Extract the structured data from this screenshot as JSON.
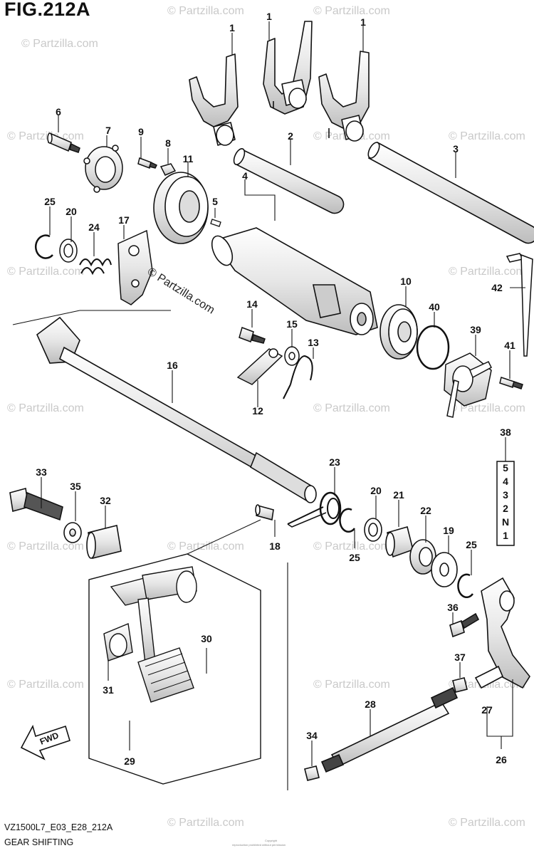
{
  "figure": {
    "title": "FIG.212A",
    "code": "VZ1500L7_E03_E28_212A",
    "caption": "GEAR SHIFTING",
    "credit": "© Partzilla.com",
    "watermark": "© Partzilla.com",
    "fwd_label": "FWD",
    "fine_print_1": "Copyright",
    "fine_print_2": "reproduction prohibited without permission"
  },
  "callouts": {
    "c1a": "1",
    "c1b": "1",
    "c1c": "1",
    "c2": "2",
    "c3": "3",
    "c4": "4",
    "c5": "5",
    "c6": "6",
    "c7": "7",
    "c8": "8",
    "c9": "9",
    "c10": "10",
    "c11": "11",
    "c12": "12",
    "c13": "13",
    "c14": "14",
    "c15": "15",
    "c16": "16",
    "c17": "17",
    "c18": "18",
    "c19": "19",
    "c20a": "20",
    "c20b": "20",
    "c21": "21",
    "c22": "22",
    "c23": "23",
    "c24": "24",
    "c25a": "25",
    "c25b": "25",
    "c25c": "25",
    "c26": "26",
    "c27": "27",
    "c28": "28",
    "c29": "29",
    "c30": "30",
    "c31": "31",
    "c32": "32",
    "c33": "33",
    "c34": "34",
    "c35": "35",
    "c36": "36",
    "c37": "37",
    "c38": "38",
    "c39": "39",
    "c40": "40",
    "c41": "41",
    "c42": "42"
  },
  "gear_indicator": [
    "5",
    "4",
    "3",
    "2",
    "N",
    "1"
  ]
}
